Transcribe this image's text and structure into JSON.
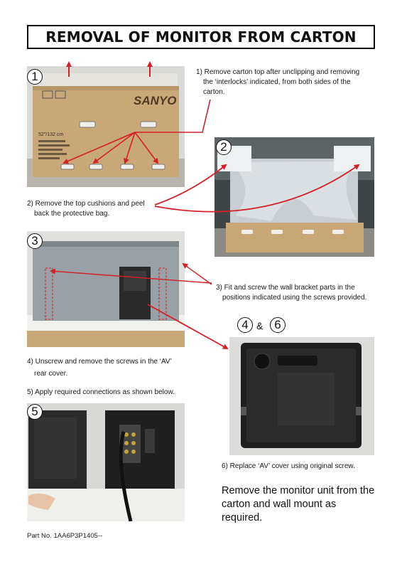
{
  "title": "REMOVAL OF MONITOR FROM CARTON",
  "steps": {
    "s1": {
      "num": "1",
      "text_line1": "1) Remove carton top after unclipping and removing",
      "text_line2": "the ‘interlocks’ indicated, from both sides of the",
      "text_line3": "carton."
    },
    "s2": {
      "num": "2",
      "text_line1": "2) Remove the top cushions and peel",
      "text_line2": "back the protective bag."
    },
    "s3": {
      "num": "3",
      "text_line1": "3) Fit and screw the wall bracket parts in the",
      "text_line2": "positions indicated using the screws provided."
    },
    "s46": {
      "num_a": "4",
      "amp": "&",
      "num_b": "6"
    },
    "s4": {
      "text_line1": "4) Unscrew and remove the screws in the ‘AV’",
      "text_line2": "rear cover."
    },
    "s5": {
      "num": "5",
      "text_line1": "5) Apply required connections as shown below."
    },
    "s6": {
      "text_line1": "6) Replace ‘AV’ cover using original screw."
    }
  },
  "carton_labels": {
    "brand": "SANYO",
    "size": "52\"/132 cm"
  },
  "final_note": "Remove the monitor unit from the carton and wall mount as required.",
  "part_number": "Part No. 1AA6P3P1405--",
  "colors": {
    "arrow": "#d42027",
    "carton": "#c9a877",
    "foam": "#eef1f2"
  }
}
